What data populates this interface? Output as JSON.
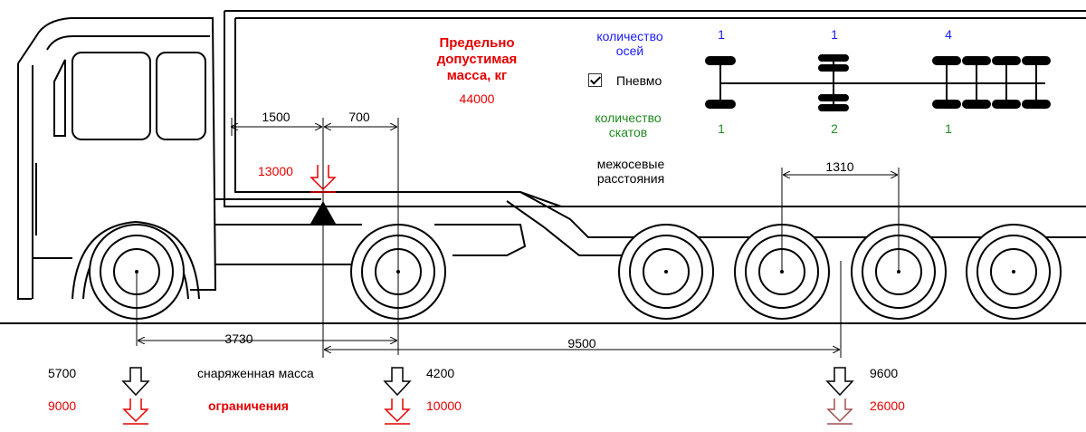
{
  "max_mass": {
    "line1": "Предельно",
    "line2": "допустимая",
    "line3": "масса, кг",
    "value": "44000"
  },
  "axles_count": {
    "label_line1": "количество",
    "label_line2": "осей",
    "values": [
      "1",
      "1",
      "4"
    ]
  },
  "pneumo": {
    "label": "Пневмо",
    "checked": true
  },
  "tires_count": {
    "label_line1": "количество",
    "label_line2": "скатов",
    "values": [
      "1",
      "2",
      "1"
    ]
  },
  "wheelbase": {
    "label_line1": "межосевые",
    "label_line2": "расстояния",
    "value": "1310"
  },
  "dims": {
    "d1500": "1500",
    "d700": "700",
    "d3730": "3730",
    "d9500": "9500"
  },
  "kingpin_limit": "13000",
  "curb_mass": {
    "label": "снаряженная масса",
    "front": "5700",
    "rear_tractor": "4200",
    "trailer": "9600"
  },
  "limits": {
    "label": "ограничения",
    "front": "9000",
    "rear_tractor": "10000",
    "trailer": "26000"
  },
  "colors": {
    "blue": "#1a1aff",
    "green": "#1f8a1f",
    "red": "#e60000",
    "black": "#000000"
  }
}
